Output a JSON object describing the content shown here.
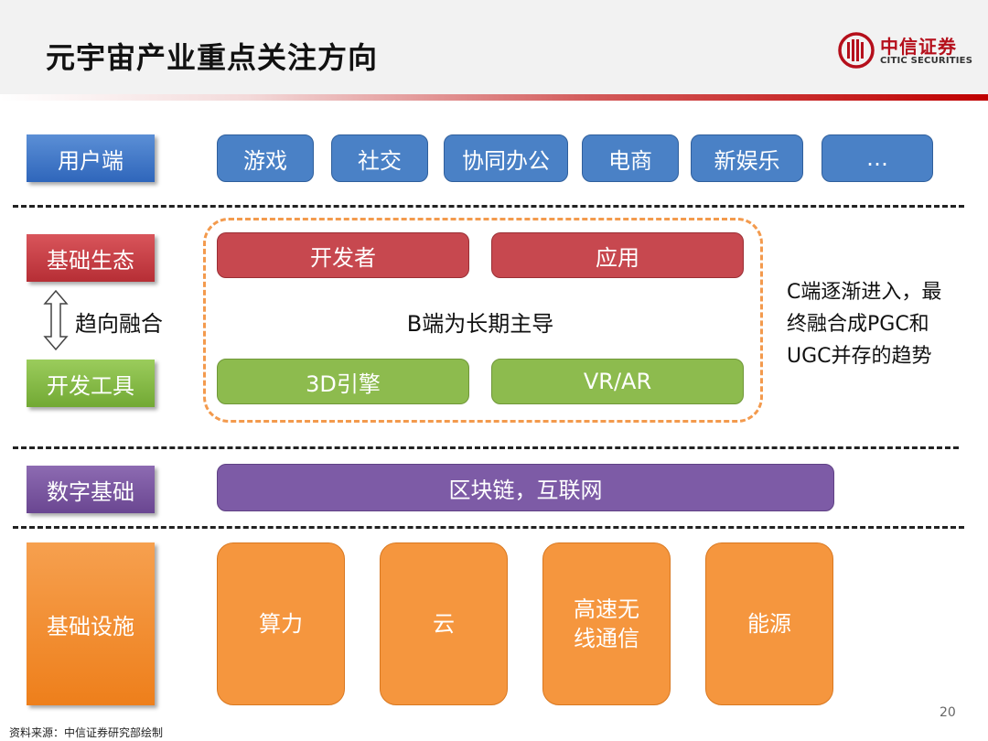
{
  "header": {
    "title": "元宇宙产业重点关注方向"
  },
  "logo": {
    "cn": "中信证券",
    "en": "CITIC SECURITIES"
  },
  "rows": {
    "user": {
      "label": "用户端",
      "items": [
        "游戏",
        "社交",
        "协同办公",
        "电商",
        "新娱乐",
        "…"
      ]
    },
    "ecosystem": {
      "label": "基础生态",
      "items": [
        "开发者",
        "应用"
      ]
    },
    "converge": {
      "label": "趋向融合"
    },
    "center": {
      "text": "B端为长期主导"
    },
    "tools": {
      "label": "开发工具",
      "items": [
        "3D引擎",
        "VR/AR"
      ]
    },
    "digital": {
      "label": "数字基础",
      "items": [
        "区块链，互联网"
      ]
    },
    "infra": {
      "label": "基础设施",
      "items": [
        "算力",
        "云",
        "高速无线通信",
        "能源"
      ]
    }
  },
  "side_note": "C端逐渐进入，最终融合成PGC和UGC并存的趋势",
  "colors": {
    "accent": "#c00000",
    "blue": "#4a81c6",
    "red": "#c7484f",
    "green": "#8dbb4e",
    "purple": "#7d5ba6",
    "orange": "#f5963e"
  },
  "footer": {
    "source": "资料来源：中信证券研究部绘制",
    "page": "20"
  }
}
